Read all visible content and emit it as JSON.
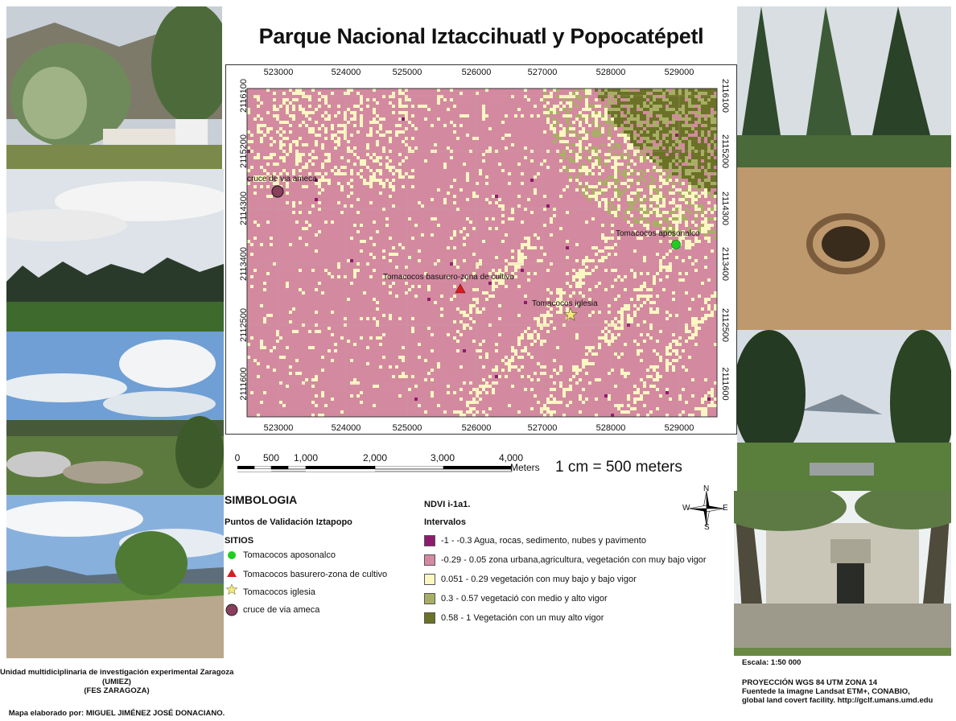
{
  "title": "Parque Nacional Iztaccihuatl y Popocatépetl",
  "map": {
    "x_ticks": [
      "523000",
      "524000",
      "525000",
      "526000",
      "527000",
      "528000",
      "529000"
    ],
    "y_ticks": [
      "2116100",
      "2115200",
      "2114300",
      "2113400",
      "2112500",
      "2111600"
    ],
    "sites": [
      {
        "label": "cruce de via ameca",
        "type": "circle"
      },
      {
        "label": "Tomacocos aposonalco",
        "type": "green-dot"
      },
      {
        "label": "Tomacocos basurero-zona de cultivo",
        "type": "triangle"
      },
      {
        "label": "Tomacocos iglesia",
        "type": "star"
      }
    ]
  },
  "scale_bar": {
    "labels": [
      "0",
      "500",
      "1,000",
      "2,000",
      "3,000",
      "4,000"
    ],
    "unit": "Meters",
    "text": "1 cm = 500 meters"
  },
  "north_arrow": {
    "n": "N",
    "s": "S",
    "e": "E",
    "w": "W"
  },
  "legend_left": {
    "heading": "SIMBOLOGIA",
    "subtitle": "Puntos de Validación Iztapopo",
    "group": "SITIOS",
    "items": [
      {
        "label": "Tomacocos aposonalco",
        "color": "#22cc22"
      },
      {
        "label": "Tomacocos basurero-zona de cultivo",
        "color": "#d42020"
      },
      {
        "label": "Tomacocos iglesia",
        "color": "#e8e070"
      },
      {
        "label": "cruce de via ameca",
        "color": "#8a3f5c"
      }
    ]
  },
  "legend_right": {
    "title": "NDVI i-1a1.",
    "subtitle": "Intervalos",
    "items": [
      {
        "label": "-1 - -0.3 Agua, rocas, sedimento, nubes y pavimento",
        "color": "#8e1c6e"
      },
      {
        "label": "-0.29 - 0.05 zona urbana,agricultura, vegetación con muy bajo vigor",
        "color": "#d38aa0"
      },
      {
        "label": "0.051 - 0.29 vegetación con muy bajo y bajo vigor",
        "color": "#fbf7c3"
      },
      {
        "label": "0.3 - 0.57 vegetació con medio y alto vigor",
        "color": "#a9ae66"
      },
      {
        "label": "0.58 - 1 Vegetación con un muy alto vigor",
        "color": "#6b7228"
      }
    ]
  },
  "credits_left": {
    "line1": "Unidad multidiciplinaria de investigación experimental Zaragoza",
    "line2": "(UMIEZ)",
    "line3": "(FES ZARAGOZA)",
    "line4": "Mapa elaborado por: MIGUEL JIMÉNEZ JOSÉ DONACIANO."
  },
  "credits_right": {
    "scale": "Escala: 1:50 000",
    "projection": "PROYECCIÓN WGS 84 UTM ZONA 14",
    "source1": "Fuentede la imagne Landsat ETM+, CONABIO,",
    "source2": "global land covert facility. http://gclf.umans.umd.edu"
  }
}
